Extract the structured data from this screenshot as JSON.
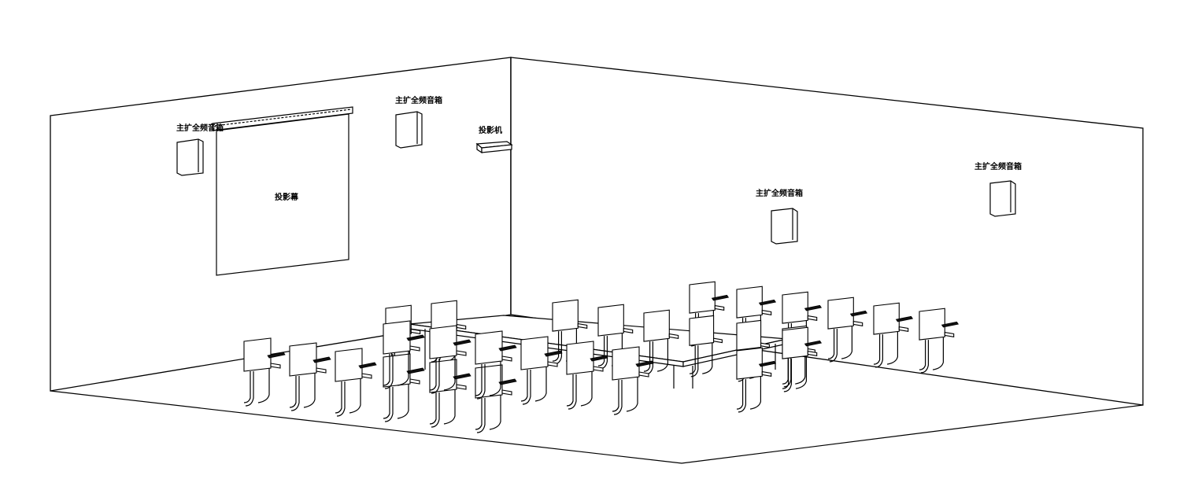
{
  "labels": {
    "speaker_left": "主扩全频音箱",
    "speaker_back_center": "主扩全频音箱",
    "projector": "投影机",
    "projection_screen": "投影幕",
    "speaker_right_a": "主扩全频音箱",
    "speaker_right_b": "主扩全频音箱"
  }
}
